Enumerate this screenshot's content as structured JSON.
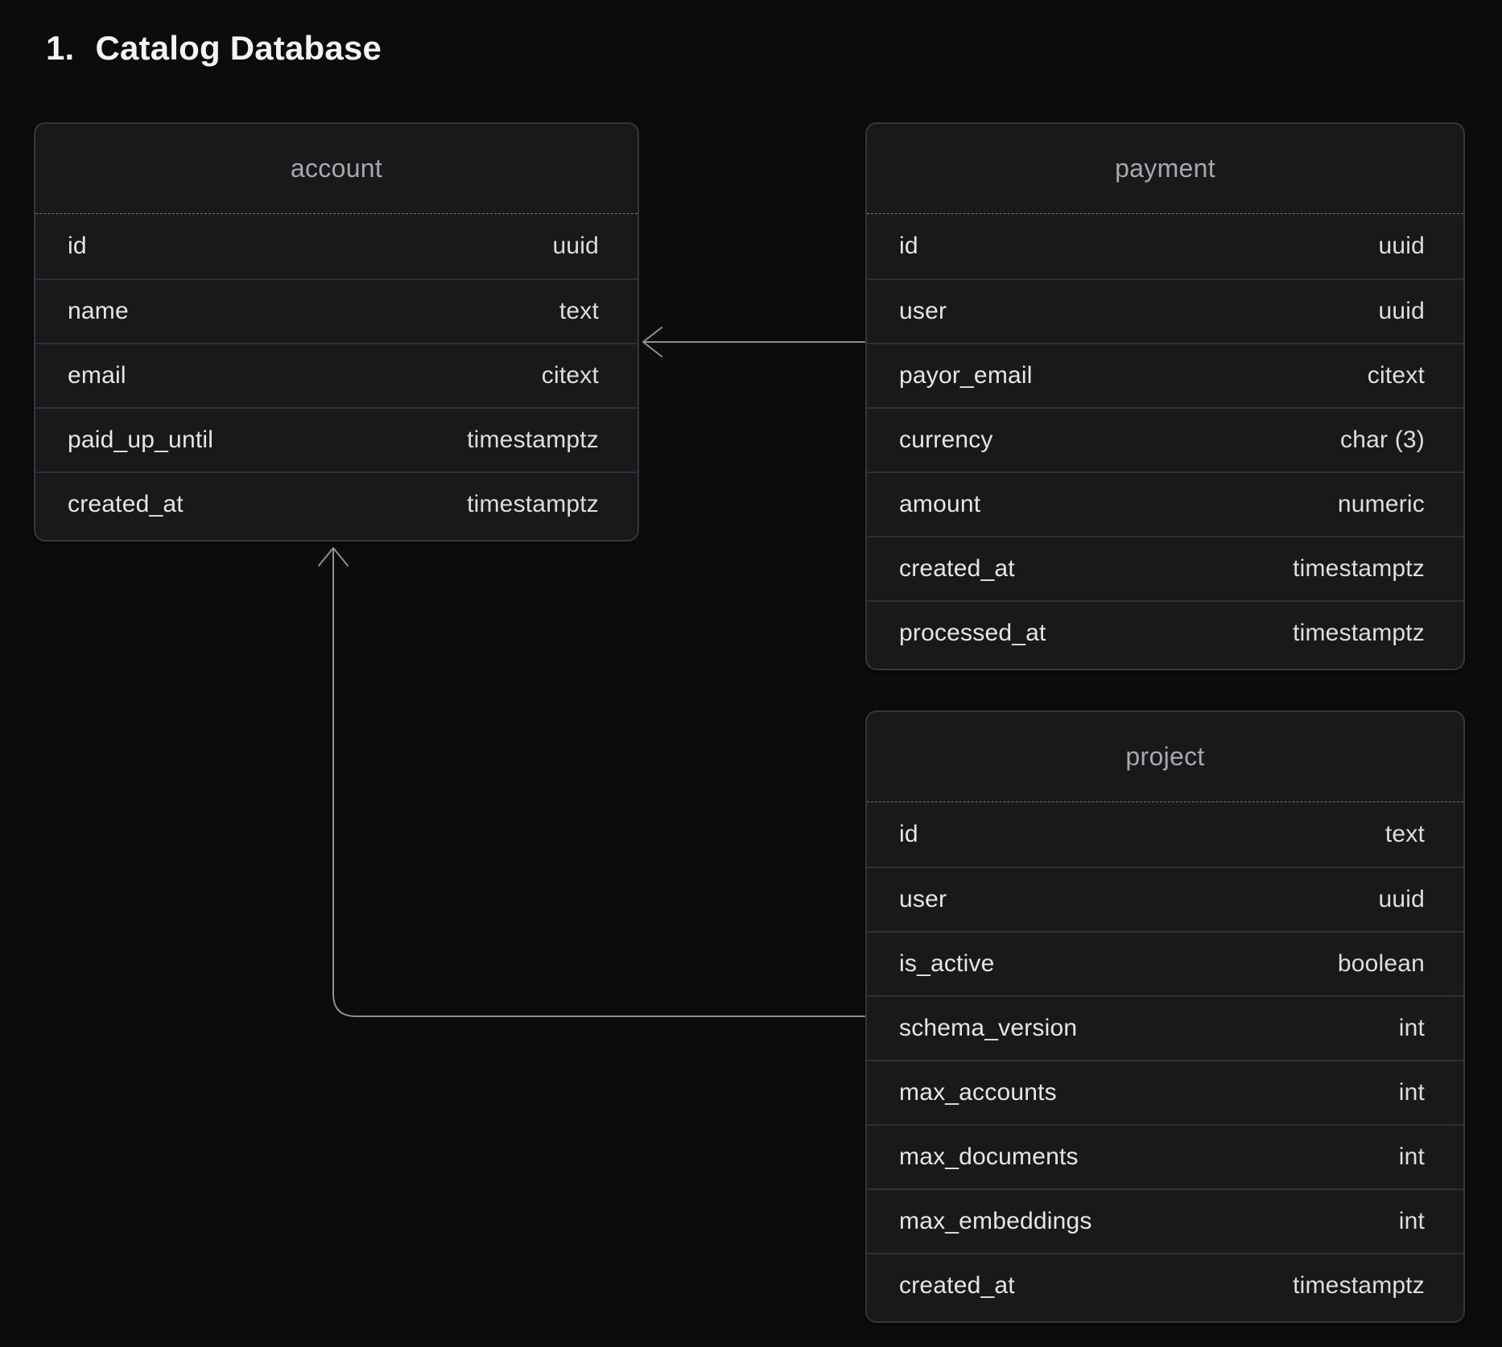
{
  "page": {
    "title_number": "1.",
    "title_text": "Catalog Database"
  },
  "diagram": {
    "tables": [
      {
        "name": "account",
        "columns": [
          {
            "field": "id",
            "type": "uuid"
          },
          {
            "field": "name",
            "type": "text"
          },
          {
            "field": "email",
            "type": "citext"
          },
          {
            "field": "paid_up_until",
            "type": "timestamptz"
          },
          {
            "field": "created_at",
            "type": "timestamptz"
          }
        ]
      },
      {
        "name": "payment",
        "columns": [
          {
            "field": "id",
            "type": "uuid"
          },
          {
            "field": "user",
            "type": "uuid"
          },
          {
            "field": "payor_email",
            "type": "citext"
          },
          {
            "field": "currency",
            "type": "char (3)"
          },
          {
            "field": "amount",
            "type": "numeric"
          },
          {
            "field": "created_at",
            "type": "timestamptz"
          },
          {
            "field": "processed_at",
            "type": "timestamptz"
          }
        ]
      },
      {
        "name": "project",
        "columns": [
          {
            "field": "id",
            "type": "text"
          },
          {
            "field": "user",
            "type": "uuid"
          },
          {
            "field": "is_active",
            "type": "boolean"
          },
          {
            "field": "schema_version",
            "type": "int"
          },
          {
            "field": "max_accounts",
            "type": "int"
          },
          {
            "field": "max_documents",
            "type": "int"
          },
          {
            "field": "max_embeddings",
            "type": "int"
          },
          {
            "field": "created_at",
            "type": "timestamptz"
          }
        ]
      }
    ],
    "connectors": [
      {
        "from": "payment",
        "to": "account",
        "shape": "straight-horizontal",
        "arrowhead": "left"
      },
      {
        "from": "project",
        "to": "account",
        "shape": "elbow-up",
        "arrowhead": "up"
      }
    ]
  },
  "colors": {
    "page_bg": "#0c0c0d",
    "card_bg": "#19191c",
    "card_border": "#36373c",
    "row_divider": "#2f3035",
    "dashed_divider": "#737478",
    "header_text": "#a7a8ac",
    "row_text": "#e6e6e8",
    "title_text": "#f4f4f5",
    "connector": "#8e8f93"
  }
}
